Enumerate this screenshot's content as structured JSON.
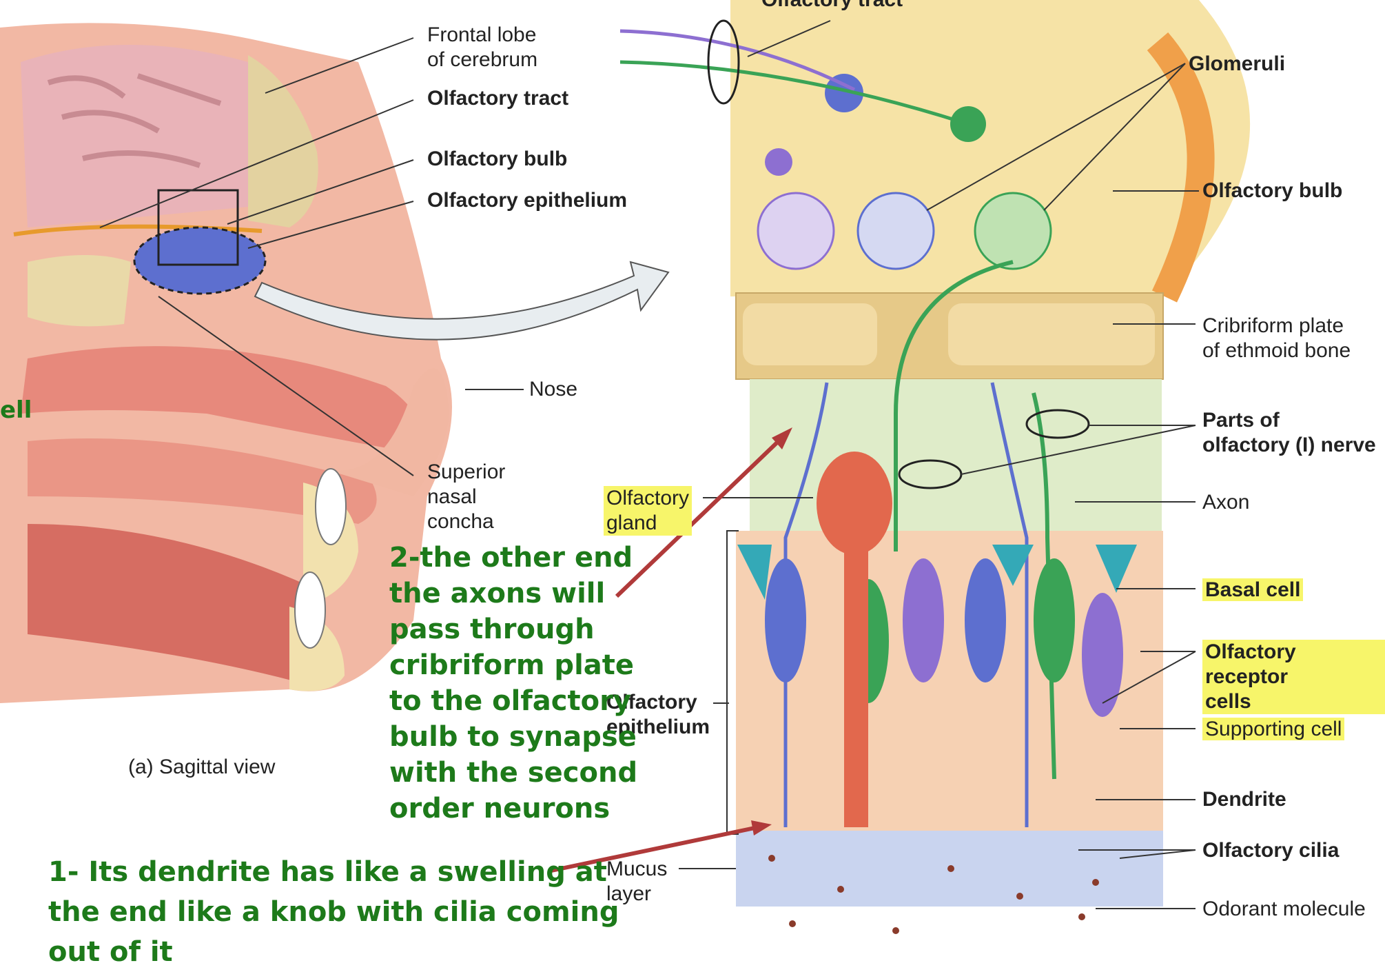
{
  "left_panel": {
    "labels": {
      "frontal_lobe": "Frontal lobe\nof cerebrum",
      "olfactory_tract": "Olfactory tract",
      "olfactory_bulb": "Olfactory bulb",
      "olfactory_epithelium": "Olfactory epithelium",
      "nose": "Nose",
      "superior_nasal_concha": "Superior\nnasal\nconcha"
    },
    "caption": "(a) Sagittal view",
    "edge_fragment": "ell"
  },
  "right_panel": {
    "labels": {
      "olfactory_tract_top": "Olfactory tract",
      "glomeruli": "Glomeruli",
      "olfactory_bulb": "Olfactory bulb",
      "cribriform_plate": "Cribriform plate\nof ethmoid bone",
      "parts_of_nerve": "Parts of\nolfactory (I) nerve",
      "axon": "Axon",
      "olfactory_gland": "Olfactory\ngland",
      "basal_cell": "Basal cell",
      "receptor_cells": "Olfactory receptor\ncells",
      "supporting_cell": "Supporting cell",
      "olfactory_epithelium": "Olfactory\nepithelium",
      "dendrite": "Dendrite",
      "olfactory_cilia": "Olfactory cilia",
      "mucus_layer": "Mucus\nlayer",
      "odorant_molecule": "Odorant molecule"
    }
  },
  "annotations": {
    "note_2": "2-the other end\nthe axons will\npass through\ncribriform plate\nto the olfactory\nbulb to synapse\nwith the second\norder neurons",
    "note_1": "1- Its dendrite has like a swelling at\nthe end like a knob with cilia coming\nout of it"
  },
  "colors": {
    "annotation_green": "#1d7a1a",
    "arrow_red": "#b03a3a",
    "highlight_yellow": "#f7f56a",
    "bulb_yellow": "#f6e3a6",
    "receptor_purple": "#8d6fd1",
    "receptor_green": "#3aa356"
  }
}
